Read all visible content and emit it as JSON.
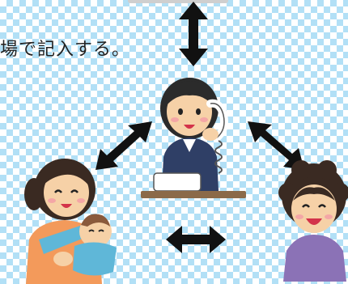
{
  "caption": "場で記入する。",
  "figures": {
    "operator": "woman-with-phone",
    "mother": "mother-with-baby",
    "elder": "elderly-woman"
  },
  "colors": {
    "arrow": "#111111",
    "skin": "#f6d1a7",
    "hair": "#2b2b2b",
    "uniform": "#2f3f66",
    "desk": "#8b6a49",
    "mother_shirt": "#f39a5b",
    "baby_wrap": "#5fb7d8",
    "elder_shirt": "#8b72b6"
  }
}
